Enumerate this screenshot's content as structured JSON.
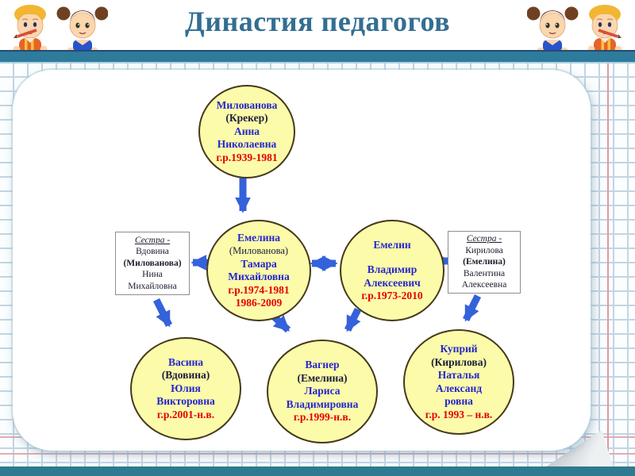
{
  "title": "Династия педагогов",
  "diagram": {
    "nodes": {
      "anna": {
        "lines": [
          "Милованова",
          "(Крекер)",
          "Анна",
          "Николаевна",
          "г.р.1939-1981"
        ]
      },
      "tamara": {
        "lines": [
          "Емелина",
          "(Милованова)",
          "Тамара",
          "Михайловна",
          "г.р.1974-1981",
          "1986-2009"
        ]
      },
      "vladimir": {
        "lines": [
          "Емелин",
          "Владимир",
          "Алексеевич",
          "г.р.1973-2010"
        ]
      },
      "sister_left": {
        "lines": [
          "Сестра -",
          "Вдовина",
          "(Милованова)",
          "Нина",
          "Михайловна"
        ]
      },
      "sister_right": {
        "lines": [
          "Сестра -",
          "Кирилова",
          "(Емелина)",
          "Валентина",
          "Алексеевна"
        ]
      },
      "yulia": {
        "lines": [
          "Васина",
          "(Вдовина)",
          "Юлия",
          "Викторовна",
          "г.р.2001-н.в."
        ]
      },
      "larisa": {
        "lines": [
          "Вагнер",
          "(Емелина)",
          "Лариса",
          "Владимировна",
          "г.р.1999-н.в."
        ]
      },
      "natalya": {
        "lines": [
          "Куприй",
          "(Кирилова)",
          "Наталья",
          "Александ",
          "ровна",
          "г.р. 1993 – н.в."
        ]
      }
    },
    "edges": [
      {
        "from": "Милованова Анна",
        "to": "Емелина Тамара",
        "style": "arrow-down"
      },
      {
        "from": "Емелина Тамара",
        "to": "Емелин Владимир",
        "style": "double-arrow"
      },
      {
        "from": "Емелина Тамара",
        "to": "Вдовина Нина (сестра)",
        "style": "arrow-left"
      },
      {
        "from": "Емелин Владимир",
        "to": "Кирилова Валентина (сестра)",
        "style": "arrow-right"
      },
      {
        "from": "Вдовина Нина",
        "to": "Васина Юлия",
        "style": "arrow-down"
      },
      {
        "from": "Емелина Тамара",
        "to": "Вагнер Лариса",
        "style": "arrow-down"
      },
      {
        "from": "Емелин Владимир",
        "to": "Вагнер Лариса",
        "style": "arrow-down"
      },
      {
        "from": "Кирилова Валентина",
        "to": "Куприй Наталья",
        "style": "arrow-down"
      }
    ]
  },
  "colors": {
    "accent_teal": "#2e7b9c",
    "title_blue": "#336e91",
    "name_blue": "#2626cf",
    "years_red": "#e60000",
    "node_fill": "#fbfba9",
    "arrow_blue": "#3462da"
  }
}
